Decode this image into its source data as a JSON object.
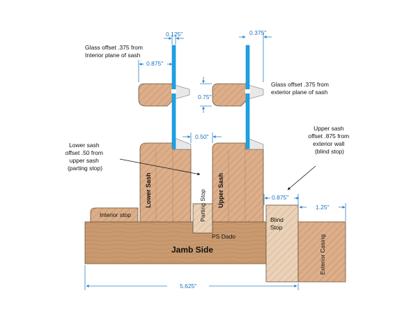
{
  "colors": {
    "wood_fill": "#dcae8a",
    "jamb_fill": "#c99a70",
    "glass": "#1aa3e8",
    "dimension": "#1e73be"
  },
  "annotations": {
    "glass_interior": [
      "Glass offset .375 from",
      "Interior plane of sash"
    ],
    "glass_exterior": [
      "Glass offset .375 from",
      "exterior plane of sash"
    ],
    "lower_sash_offset": [
      "Lower sash",
      "offset .50 from",
      "upper sash",
      "(parting stop)"
    ],
    "upper_sash_offset": [
      "Upper sash",
      "offset .875 from",
      "exterior wall",
      "(blind stop)"
    ]
  },
  "parts": {
    "lower_sash": "Lower Sash",
    "upper_sash": "Upper Sash",
    "parting_stop": "Parting Stop",
    "interior_stop": "Interior stop",
    "blind_stop": [
      "Blind",
      "Stop"
    ],
    "ps_dado": "PS Dado",
    "jamb_side": "Jamb Side",
    "exterior_casing": "Exterior Casing"
  },
  "dimensions": {
    "glass_left": "0.125\"",
    "glass_right": "0.375\"",
    "rail_offset": "0.875\"",
    "sash_gap_vertical": "0.75\"",
    "sash_gap": "0.50\"",
    "blind_stop_width": "0.875\"",
    "casing_offset": "1.25\"",
    "jamb_width": "5.625\""
  }
}
